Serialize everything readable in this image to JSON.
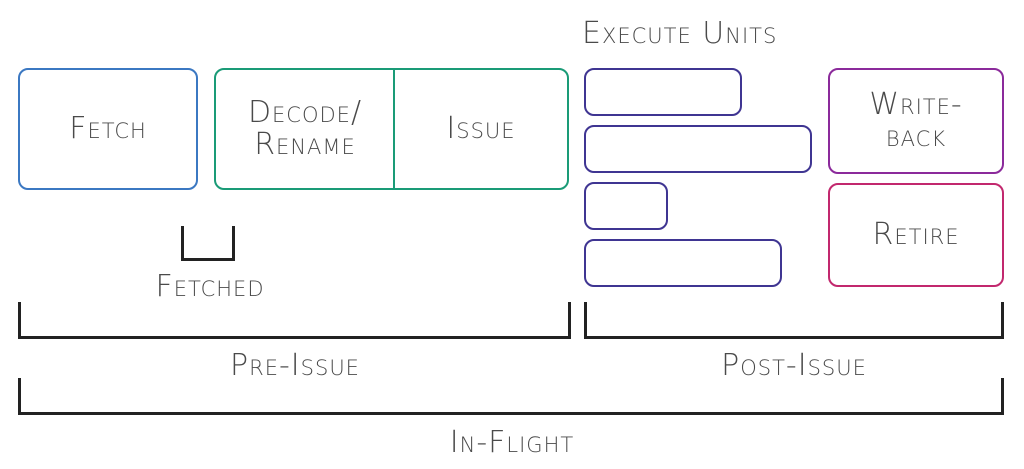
{
  "execute_units_title": "Execute Units",
  "stages": {
    "fetch": "Fetch",
    "decode_line1": "Decode/",
    "decode_line2": "Rename",
    "issue": "Issue",
    "writeback_line1": "Write-",
    "writeback_line2": "back",
    "retire": "Retire"
  },
  "labels": {
    "fetched": "Fetched",
    "pre_issue": "Pre-Issue",
    "post_issue": "Post-Issue",
    "in_flight": "In-Flight"
  },
  "colors": {
    "fetch": "#3b78c2",
    "decode_issue": "#1a9b77",
    "execute": "#3f3592",
    "writeback": "#8b2a9b",
    "retire": "#c2286e",
    "bracket": "#222222"
  }
}
